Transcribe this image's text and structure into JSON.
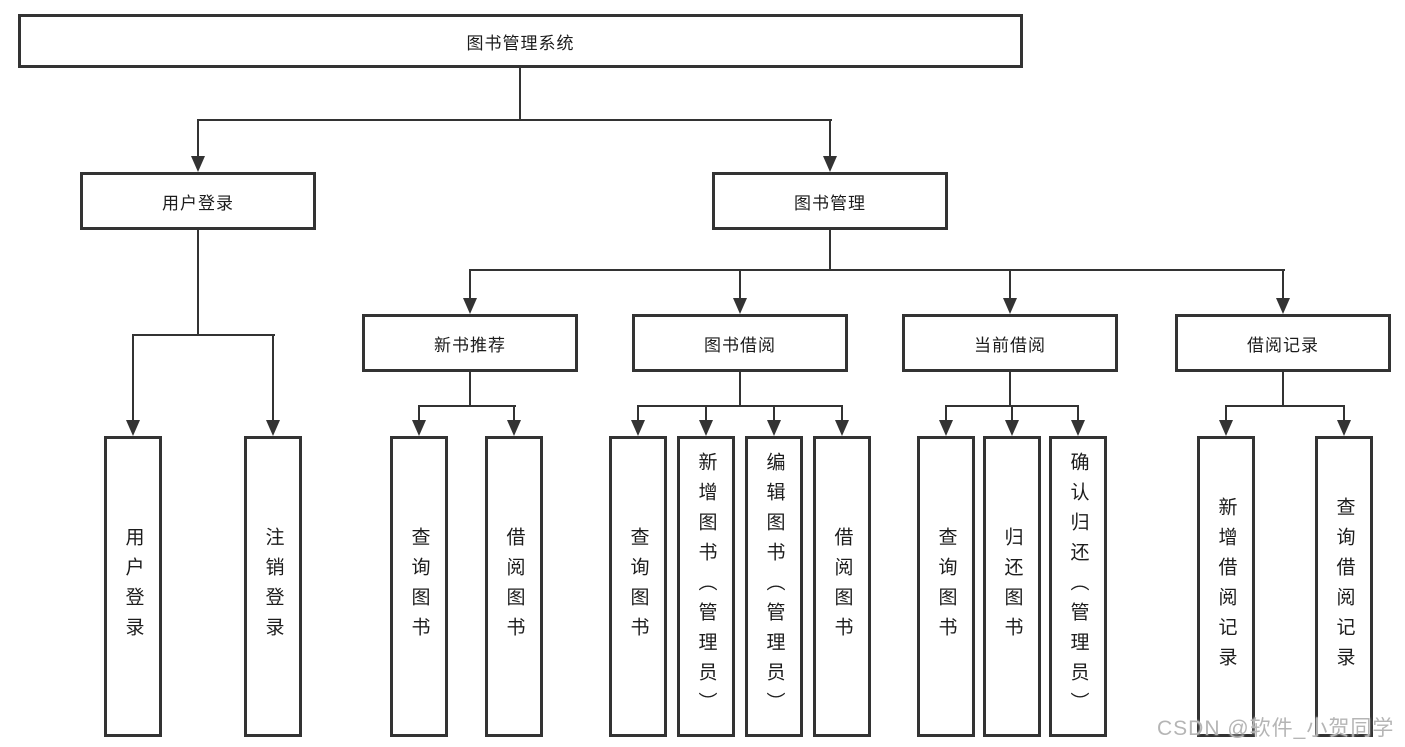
{
  "colors": {
    "line": "#333333",
    "text": "#1c1c1c",
    "watermark": "#b5b5b5",
    "background": "#ffffff"
  },
  "watermark": "CSDN @软件_小贺同学",
  "tree": {
    "label": "图书管理系统",
    "children": [
      {
        "label": "用户登录",
        "children": [
          {
            "label": "用户登录"
          },
          {
            "label": "注销登录"
          }
        ]
      },
      {
        "label": "图书管理",
        "children": [
          {
            "label": "新书推荐",
            "children": [
              {
                "label": "查询图书"
              },
              {
                "label": "借阅图书"
              }
            ]
          },
          {
            "label": "图书借阅",
            "children": [
              {
                "label": "查询图书"
              },
              {
                "label": "新增图书（管理员）"
              },
              {
                "label": "编辑图书（管理员）"
              },
              {
                "label": "借阅图书"
              }
            ]
          },
          {
            "label": "当前借阅",
            "children": [
              {
                "label": "查询图书"
              },
              {
                "label": "归还图书"
              },
              {
                "label": "确认归还（管理员）"
              }
            ]
          },
          {
            "label": "借阅记录",
            "children": [
              {
                "label": "新增借阅记录"
              },
              {
                "label": "查询借阅记录"
              }
            ]
          }
        ]
      }
    ]
  }
}
